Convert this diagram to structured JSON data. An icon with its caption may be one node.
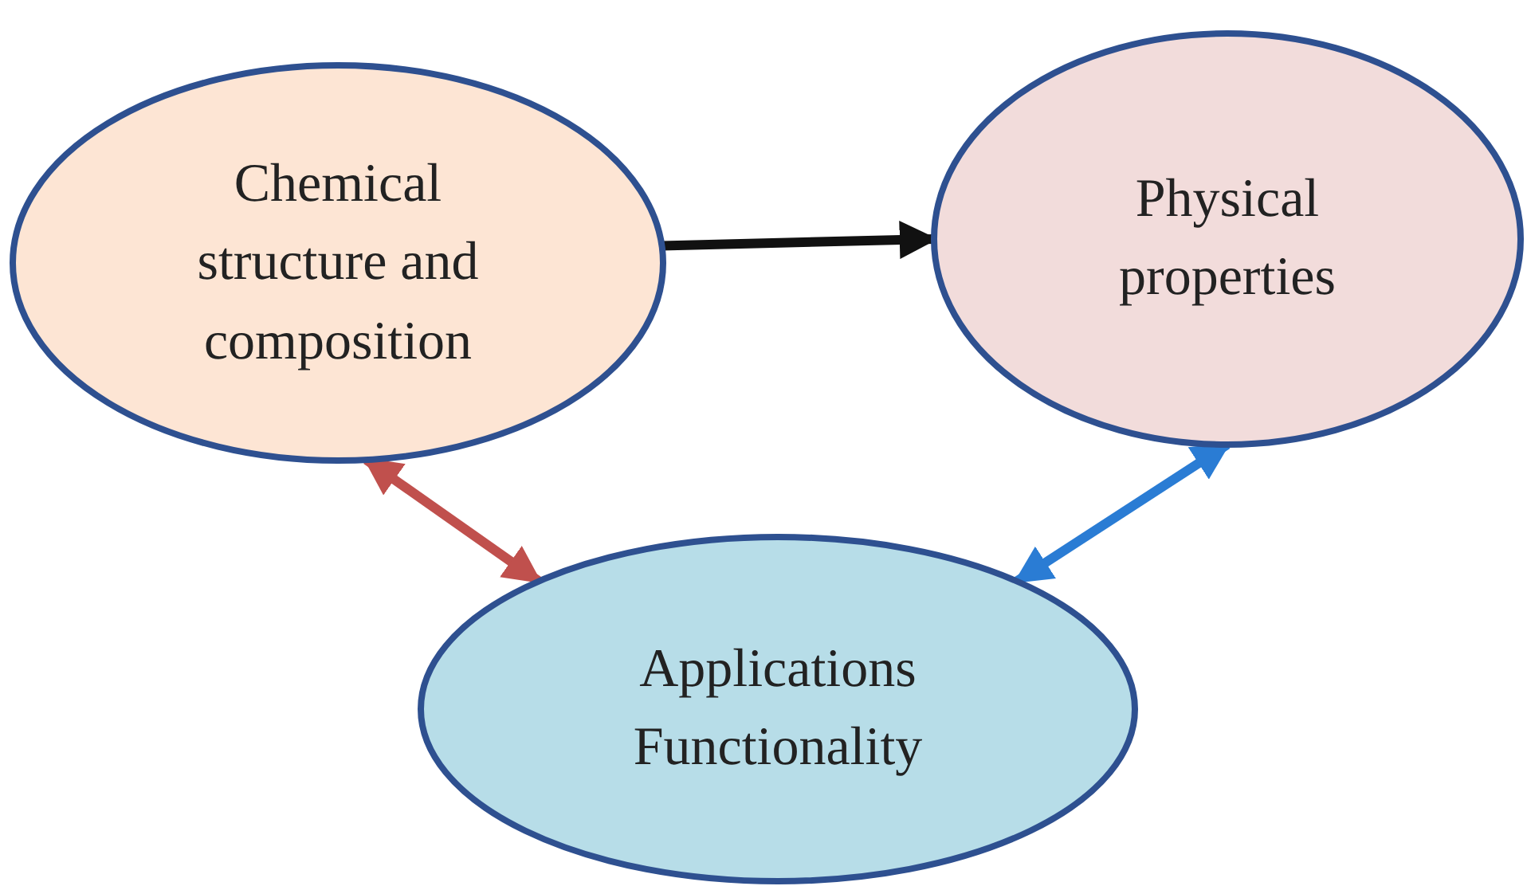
{
  "diagram": {
    "nodes": [
      {
        "text": [
          "Chemical structure and composition"
        ]
      },
      {
        "text": [
          "Physical properties"
        ]
      },
      {
        "text": [
          "Applications Functionality"
        ]
      }
    ],
    "edges": [
      {
        "from": 0,
        "to": 1,
        "arrow": "to"
      },
      {
        "from": 0,
        "to": 2,
        "arrow": "both",
        "color": "#c0504d"
      },
      {
        "from": 1,
        "to": 2,
        "arrow": "both",
        "color": "#2a7cd4"
      }
    ]
  }
}
